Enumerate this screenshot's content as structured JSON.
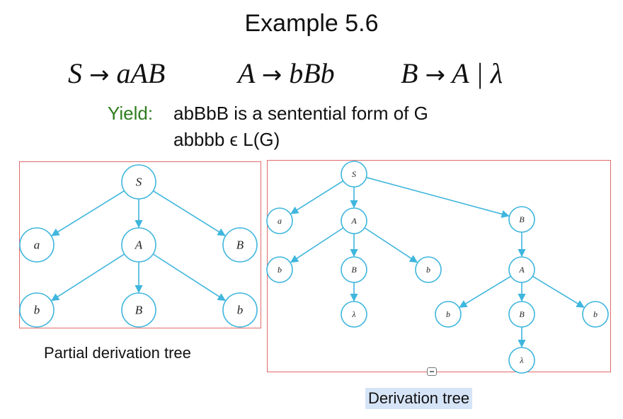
{
  "slide": {
    "title": "Example 5.6",
    "rules": [
      {
        "lhs": "S",
        "arrow": "→",
        "rhs": "aAB"
      },
      {
        "lhs": "A",
        "arrow": "→",
        "rhs": "bBb"
      },
      {
        "lhs": "B",
        "arrow": "→",
        "rhs": "A | λ"
      }
    ],
    "yield_label": "Yield:",
    "yield_lines": [
      "abBbB is a sentential form of G",
      "abbbb ϵ L(G)"
    ],
    "captions": {
      "partial": "Partial derivation tree",
      "full": "Derivation tree"
    },
    "colors": {
      "node_stroke": "#3fb6dd",
      "frame": "#e06a6a",
      "yield": "#2e7d1e",
      "caption_highlight": "#d6e4f7"
    }
  },
  "partial_tree": {
    "nodes": [
      {
        "id": "S",
        "label": "S"
      },
      {
        "id": "a",
        "label": "a"
      },
      {
        "id": "A",
        "label": "A"
      },
      {
        "id": "B1",
        "label": "B"
      },
      {
        "id": "b1",
        "label": "b"
      },
      {
        "id": "B2",
        "label": "B"
      },
      {
        "id": "b2",
        "label": "b"
      }
    ],
    "edges": [
      [
        "S",
        "a"
      ],
      [
        "S",
        "A"
      ],
      [
        "S",
        "B1"
      ],
      [
        "A",
        "b1"
      ],
      [
        "A",
        "B2"
      ],
      [
        "A",
        "b2"
      ]
    ]
  },
  "full_tree": {
    "nodes": [
      {
        "id": "S",
        "label": "S"
      },
      {
        "id": "a",
        "label": "a"
      },
      {
        "id": "A",
        "label": "A"
      },
      {
        "id": "B",
        "label": "B"
      },
      {
        "id": "b1",
        "label": "b"
      },
      {
        "id": "B2",
        "label": "B"
      },
      {
        "id": "b2",
        "label": "b"
      },
      {
        "id": "L1",
        "label": "λ"
      },
      {
        "id": "A2",
        "label": "A"
      },
      {
        "id": "b3",
        "label": "b"
      },
      {
        "id": "B3",
        "label": "B"
      },
      {
        "id": "b4",
        "label": "b"
      },
      {
        "id": "L2",
        "label": "λ"
      }
    ],
    "edges": [
      [
        "S",
        "a"
      ],
      [
        "S",
        "A"
      ],
      [
        "S",
        "B"
      ],
      [
        "A",
        "b1"
      ],
      [
        "A",
        "B2"
      ],
      [
        "A",
        "b2"
      ],
      [
        "B2",
        "L1"
      ],
      [
        "B",
        "A2"
      ],
      [
        "A2",
        "b3"
      ],
      [
        "A2",
        "B3"
      ],
      [
        "A2",
        "b4"
      ],
      [
        "B3",
        "L2"
      ]
    ]
  }
}
